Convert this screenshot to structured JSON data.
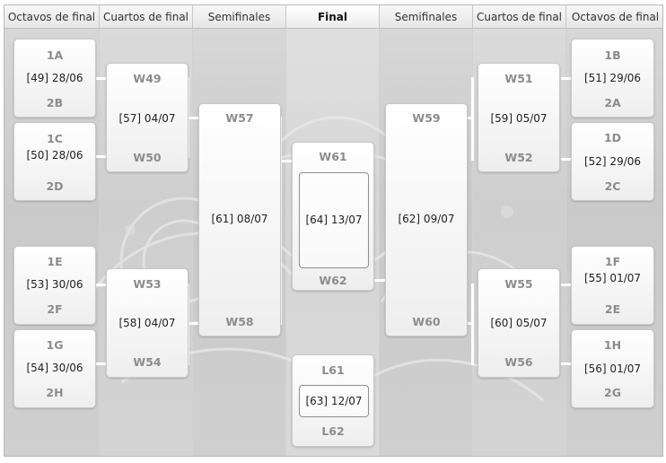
{
  "headers": {
    "r16_left": "Octavos de final",
    "qf_left": "Cuartos de final",
    "sf_left": "Semifinales",
    "final": "Final",
    "sf_right": "Semifinales",
    "qf_right": "Cuartos de final",
    "r16_right": "Octavos de final"
  },
  "round_of_16": [
    {
      "top": "1A",
      "info": "[49] 28/06",
      "bottom": "2B"
    },
    {
      "top": "1C",
      "info": "[50] 28/06",
      "bottom": "2D"
    },
    {
      "top": "1E",
      "info": "[53] 30/06",
      "bottom": "2F"
    },
    {
      "top": "1G",
      "info": "[54] 30/06",
      "bottom": "2H"
    },
    {
      "top": "1B",
      "info": "[51] 29/06",
      "bottom": "2A"
    },
    {
      "top": "1D",
      "info": "[52] 29/06",
      "bottom": "2C"
    },
    {
      "top": "1F",
      "info": "[55] 01/07",
      "bottom": "2E"
    },
    {
      "top": "1H",
      "info": "[56] 01/07",
      "bottom": "2G"
    }
  ],
  "quarter_finals": [
    {
      "top": "W49",
      "info": "[57] 04/07",
      "bottom": "W50"
    },
    {
      "top": "W53",
      "info": "[58] 04/07",
      "bottom": "W54"
    },
    {
      "top": "W51",
      "info": "[59] 05/07",
      "bottom": "W52"
    },
    {
      "top": "W55",
      "info": "[60] 05/07",
      "bottom": "W56"
    }
  ],
  "semi_finals": [
    {
      "top": "W57",
      "info": "[61] 08/07",
      "bottom": "W58"
    },
    {
      "top": "W59",
      "info": "[62] 09/07",
      "bottom": "W60"
    }
  ],
  "final": {
    "top": "W61",
    "info": "[64] 13/07",
    "bottom": "W62"
  },
  "third_place": {
    "top": "L61",
    "info": "[63] 12/07",
    "bottom": "L62"
  }
}
